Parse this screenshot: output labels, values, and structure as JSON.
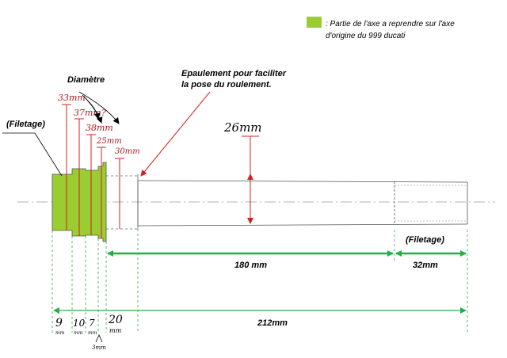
{
  "legend": {
    "swatch_color": "#9acd32",
    "line1": ": Partie de l'axe a reprendre sur l'axe",
    "line2": "d'origine du 999 ducati"
  },
  "labels": {
    "diametre": "Diamètre",
    "filetage_left": "(Filetage)",
    "filetage_right": "(Filetage)",
    "epaulement_line1": "Epaulement pour faciliter",
    "epaulement_line2": "la pose du roulement."
  },
  "diameters": {
    "d33": "33mm",
    "d37": "37mm?",
    "d38": "38mm",
    "d25": "25mm",
    "d30": "30mm",
    "d26": "26mm"
  },
  "dimensions": {
    "len180": "180 mm",
    "len32": "32mm",
    "len212": "212mm",
    "seg9": "9",
    "seg9_unit": "mm",
    "seg10": "10",
    "seg10_unit": "mm",
    "seg7": "7",
    "seg7_unit": "mm",
    "seg20": "20",
    "seg20_unit": "mm",
    "seg3": "3mm"
  },
  "colors": {
    "accent_green": "#9acd32",
    "dim_green": "#22b04a",
    "dim_red": "#d42020",
    "outline": "#444444"
  }
}
